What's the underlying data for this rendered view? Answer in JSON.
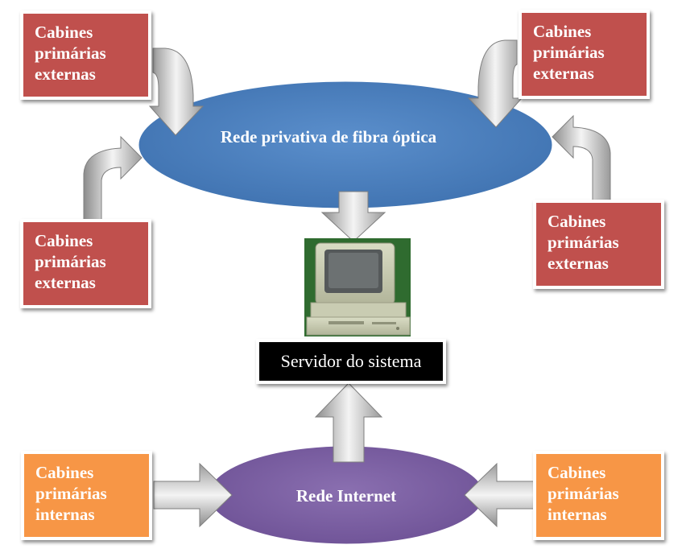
{
  "networks": {
    "fiber": {
      "label": "Rede privativa de fibra óptica",
      "color": "#4f81bd"
    },
    "internet": {
      "label": "Rede Internet",
      "color": "#8064a2"
    }
  },
  "server": {
    "label": "Servidor do sistema",
    "icon": "desktop-computer-icon"
  },
  "external_cabins": [
    {
      "lines": [
        "Cabines",
        "primárias",
        "externas"
      ],
      "color": "#c0504d"
    },
    {
      "lines": [
        "Cabines",
        "primárias",
        "externas"
      ],
      "color": "#c0504d"
    },
    {
      "lines": [
        "Cabines",
        "primárias",
        "externas"
      ],
      "color": "#c0504d"
    },
    {
      "lines": [
        "Cabines",
        "primárias",
        "externas"
      ],
      "color": "#c0504d"
    }
  ],
  "internal_cabins": [
    {
      "lines": [
        "Cabines",
        "primárias",
        "internas"
      ],
      "color": "#f79646"
    },
    {
      "lines": [
        "Cabines",
        "primárias",
        "internas"
      ],
      "color": "#f79646"
    }
  ]
}
